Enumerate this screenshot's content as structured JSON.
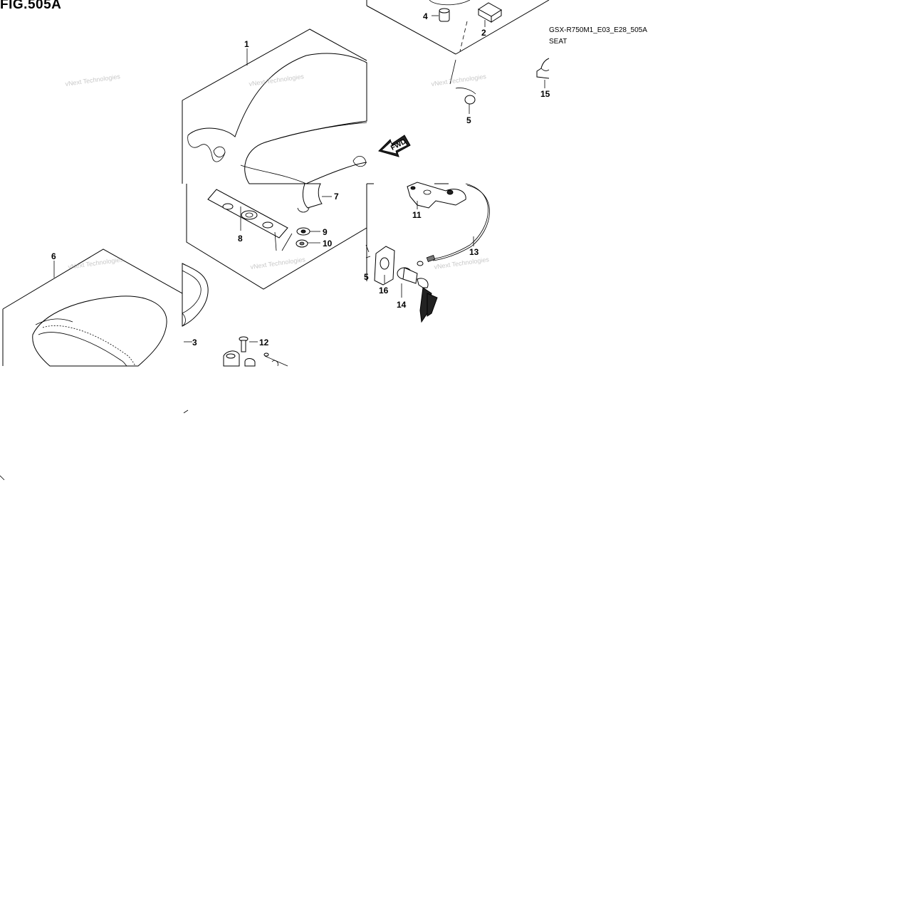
{
  "header": {
    "figure": "FIG.505A",
    "model_code": "GSX-R750M1_E03_E28_505A",
    "section_name": "SEAT"
  },
  "arrow_label": "FWD",
  "watermark": "vNext Technologies",
  "callouts": {
    "c1": "1",
    "c2": "2",
    "c3": "3",
    "c4": "4",
    "c5": "5",
    "c6": "6",
    "c7": "7",
    "c8": "8",
    "c9": "9",
    "c10": "10",
    "c11": "11",
    "c12": "12",
    "c13": "13",
    "c14": "14",
    "c15": "15",
    "c16": "16",
    "c5b": "5"
  }
}
